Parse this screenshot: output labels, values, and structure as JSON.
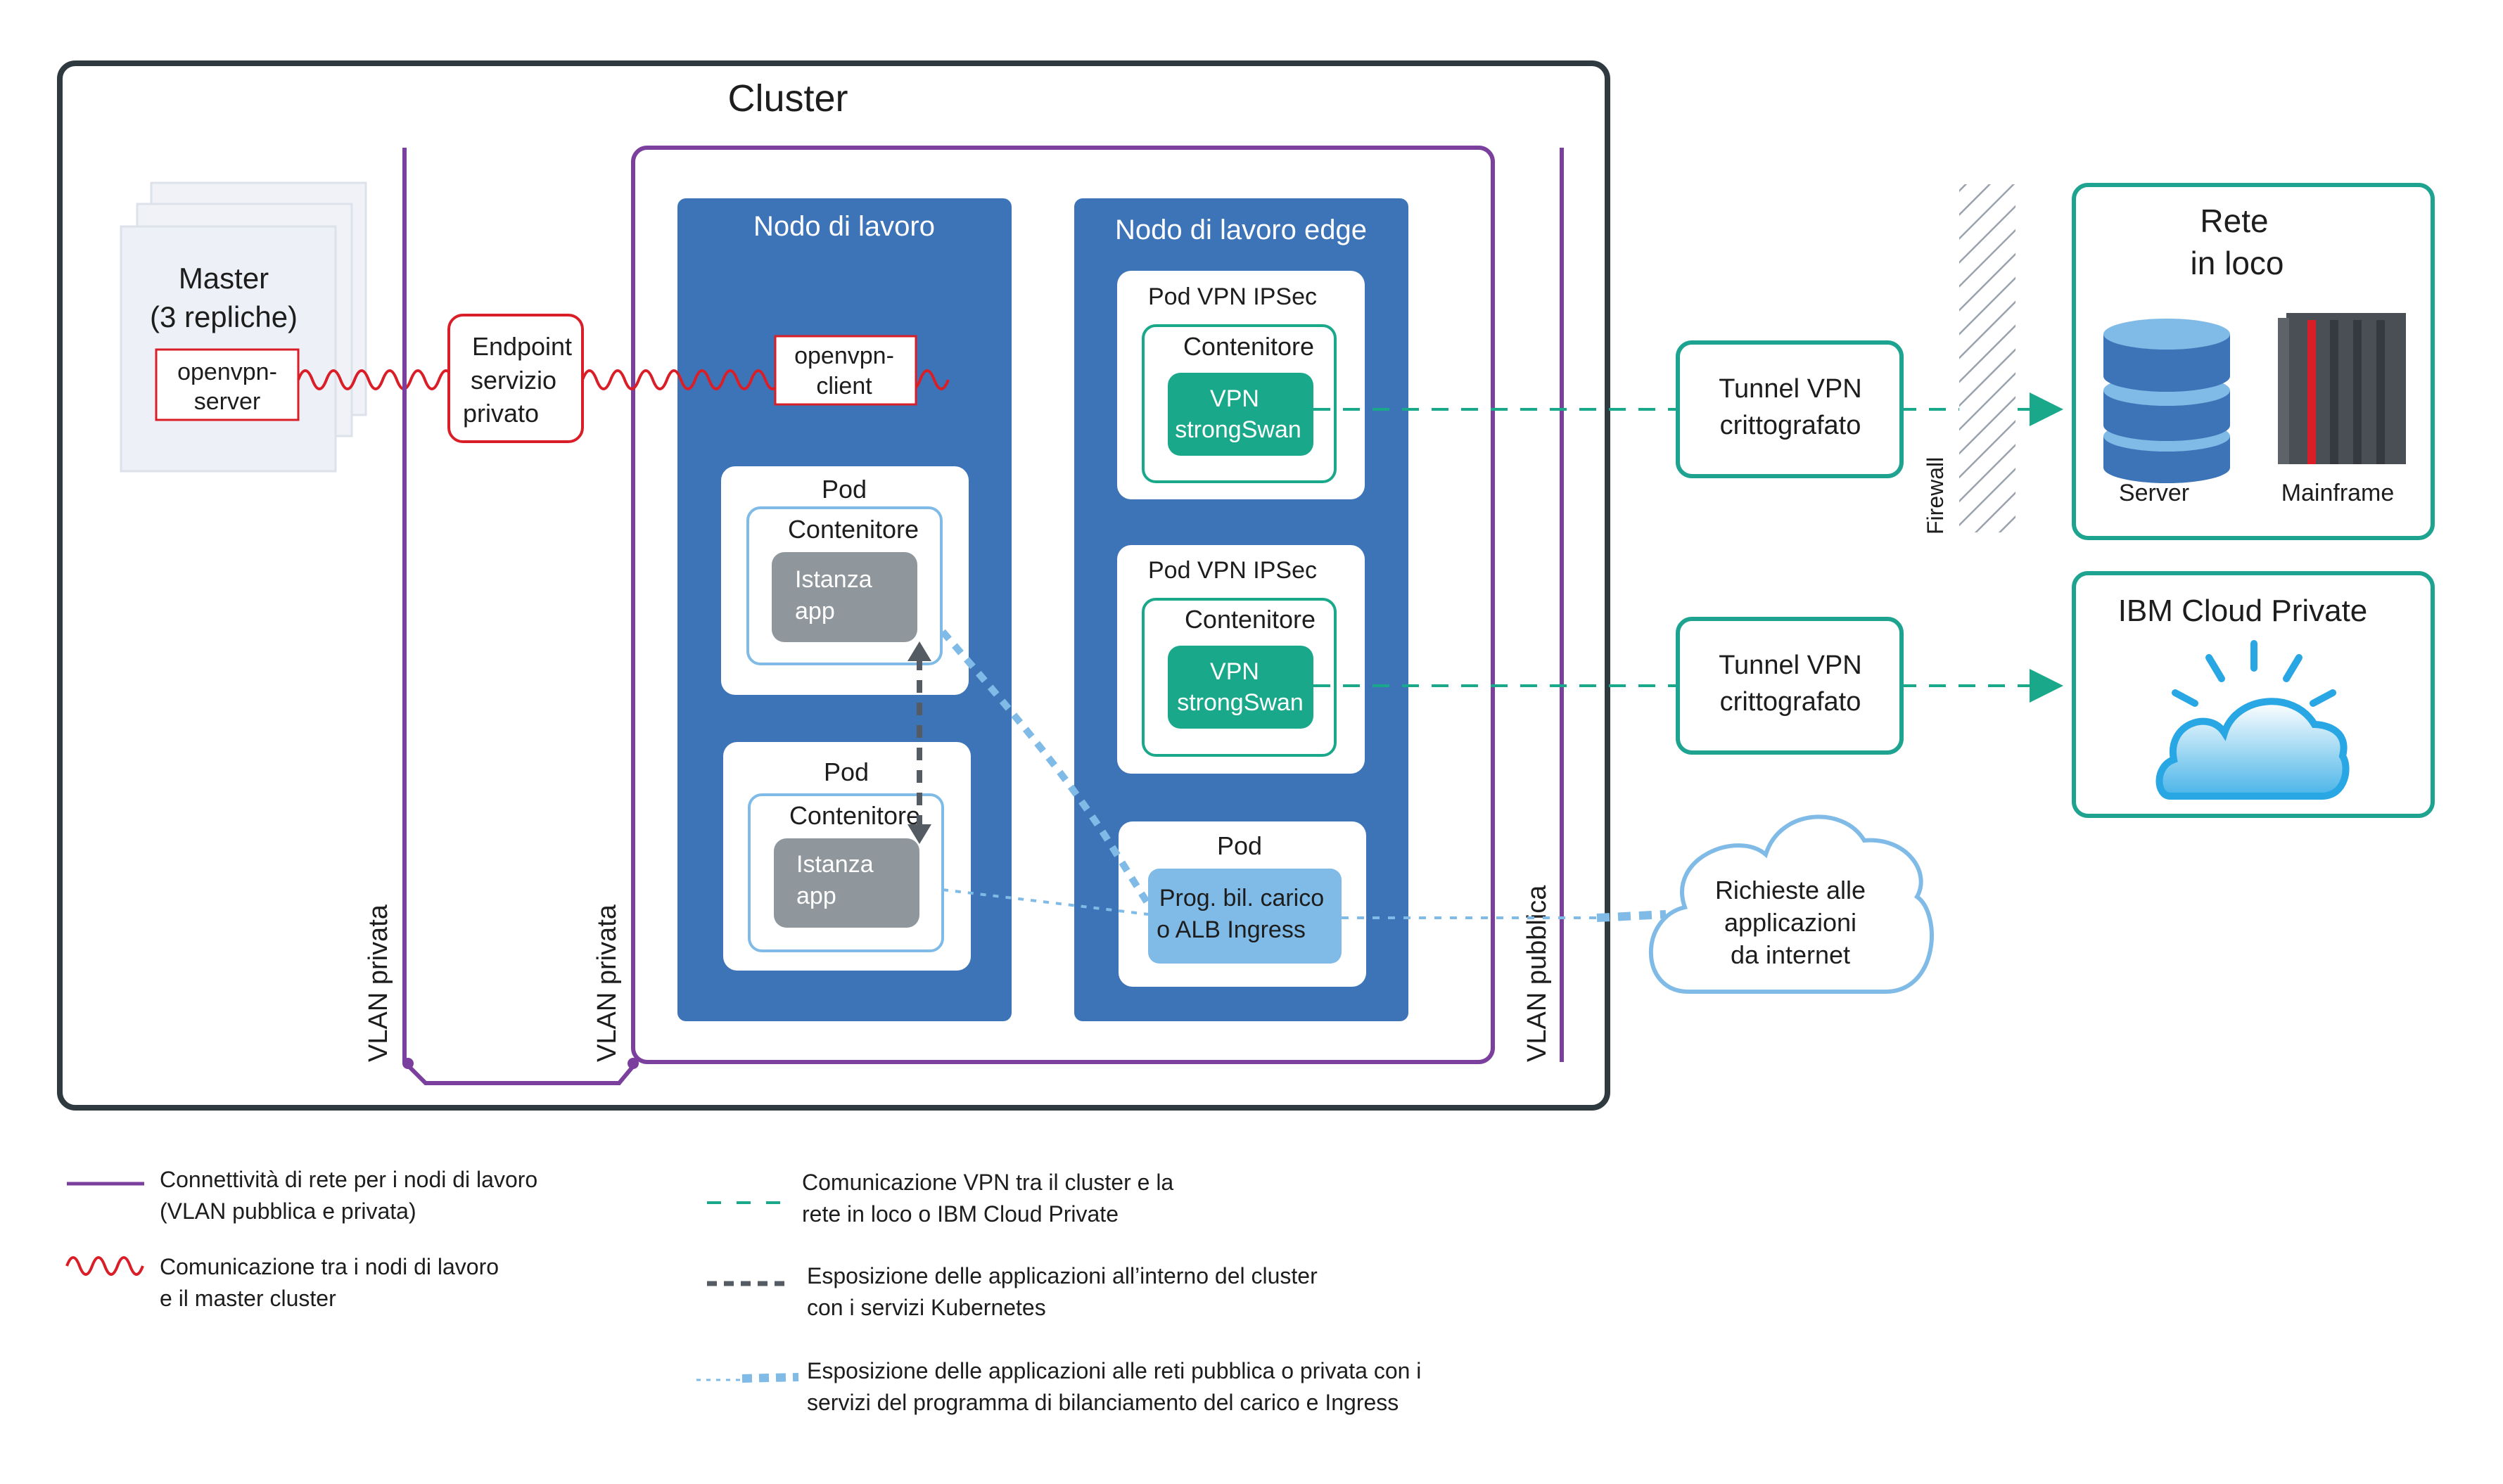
{
  "cluster": {
    "title": "Cluster",
    "master": {
      "line1": "Master",
      "line2": "(3 repliche)",
      "server_line1": "openvpn-",
      "server_line2": "server"
    },
    "endpoint": {
      "line1": "Endpoint",
      "line2": "servizio",
      "line3": "privato"
    },
    "vlan_private_left": "VLAN privata",
    "vlan_private_right": "VLAN privata",
    "vlan_public": "VLAN pubblica",
    "worker_node": {
      "title": "Nodo di lavoro",
      "client_line1": "openvpn-",
      "client_line2": "client",
      "pods": [
        {
          "title": "Pod",
          "container": "Contenitore",
          "app_line1": "Istanza",
          "app_line2": "app"
        },
        {
          "title": "Pod",
          "container": "Contenitore",
          "app_line1": "Istanza",
          "app_line2": "app"
        }
      ]
    },
    "edge_node": {
      "title": "Nodo di lavoro edge",
      "vpn_pods": [
        {
          "title": "Pod VPN IPSec",
          "container": "Contenitore",
          "vpn_line1": "VPN",
          "vpn_line2": "strongSwan"
        },
        {
          "title": "Pod VPN IPSec",
          "container": "Contenitore",
          "vpn_line1": "VPN",
          "vpn_line2": "strongSwan"
        }
      ],
      "lb_pod": {
        "title": "Pod",
        "line1": "Prog. bil. carico",
        "line2": "o ALB Ingress"
      }
    }
  },
  "external": {
    "tunnel1": {
      "line1": "Tunnel VPN",
      "line2": "crittografato"
    },
    "tunnel2": {
      "line1": "Tunnel VPN",
      "line2": "crittografato"
    },
    "firewall": "Firewall",
    "onprem": {
      "line1": "Rete",
      "line2": "in loco",
      "server": "Server",
      "mainframe": "Mainframe"
    },
    "ibm_cloud": {
      "title": "IBM Cloud Private",
      "icon": "ibm-cloud-icon"
    },
    "internet": {
      "line1": "Richieste alle",
      "line2": "applicazioni",
      "line3": "da internet"
    }
  },
  "legend": {
    "network_line1": "Connettività di rete per i nodi di lavoro",
    "network_line2": "(VLAN pubblica e privata)",
    "master_line1": "Comunicazione tra i nodi di lavoro",
    "master_line2": "e il master cluster",
    "vpn_line1": "Comunicazione VPN tra il cluster e la",
    "vpn_line2": "rete in loco o IBM Cloud Private",
    "k8s_line1": "Esposizione delle applicazioni all’interno del cluster",
    "k8s_line2": "con i servizi Kubernetes",
    "lb_line1": "Esposizione delle applicazioni alle reti pubblica o privata con i",
    "lb_line2": "servizi del programma di bilanciamento del carico e Ingress"
  },
  "colors": {
    "vlan_purple": "#7b3f9e",
    "master_red": "#da1e28",
    "node_blue": "#3d74b8",
    "vpn_teal": "#19a88a",
    "teal_border": "#1ea391",
    "k8s_gray": "#555b63",
    "lb_lightblue": "#7fbbe6",
    "app_gray": "#8f979d"
  }
}
